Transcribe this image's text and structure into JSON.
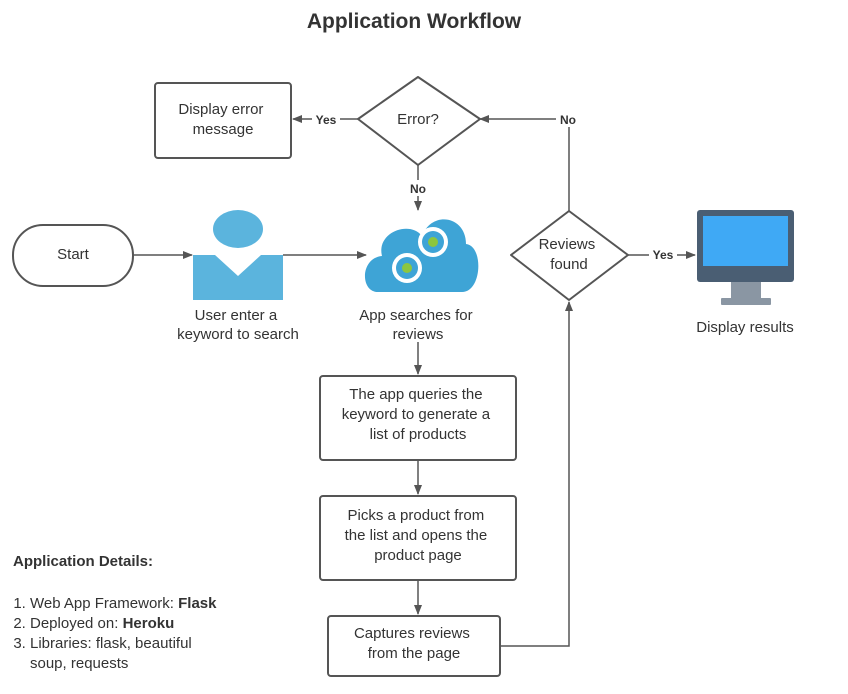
{
  "title": "Application Workflow",
  "nodes": {
    "start": "Start",
    "user": [
      "User enter a",
      "keyword to search"
    ],
    "app_search": [
      "App searches for",
      "reviews"
    ],
    "error": "Error?",
    "display_error": [
      "Display error",
      "message"
    ],
    "query": [
      "The app queries the",
      "keyword to generate a",
      "list of products"
    ],
    "pick": [
      "Picks a product from",
      "the list and opens the",
      "product page"
    ],
    "capture": [
      "Captures reviews",
      "from the page"
    ],
    "reviews_found": [
      "Reviews",
      "found"
    ],
    "display_results": "Display results"
  },
  "edge_labels": {
    "yes": "Yes",
    "no": "No"
  },
  "details": {
    "heading": "Application Details:",
    "items": [
      {
        "prefix": "Web App Framework: ",
        "value": "Flask"
      },
      {
        "prefix": "Deployed on: ",
        "value": "Heroku"
      },
      {
        "prefix": "Libraries: flask, beautiful soup, requests",
        "value": ""
      }
    ]
  },
  "colors": {
    "stroke": "#555555",
    "user_blue": "#5BB4DD",
    "cloud_blue": "#3EA4D6",
    "gear_green": "#8CC63F",
    "monitor_frame": "#4A5E73",
    "monitor_screen": "#3FA9F5",
    "monitor_base": "#8A96A3"
  }
}
